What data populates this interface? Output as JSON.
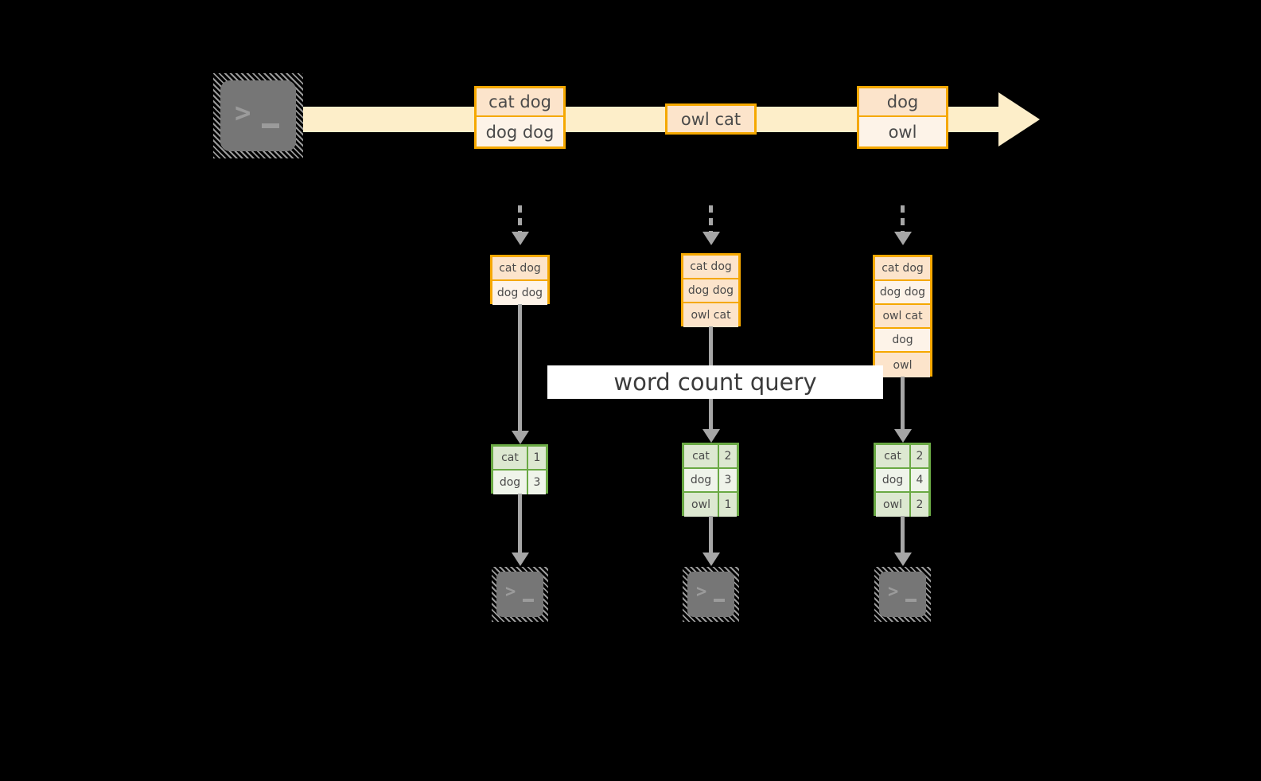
{
  "diagram": {
    "title": "word count query",
    "colors": {
      "stream_fill": "#fdeec9",
      "record_border": "#f5a800",
      "record_fill_dark": "#fce4cb",
      "record_fill_light": "#fdf3e8",
      "result_border": "#6aa944",
      "result_fill_dark": "#dde8d1",
      "result_fill_light": "#eff4ea",
      "arrow_gray": "#a6a6a6",
      "terminal_fill": "#767676",
      "background": "#000000"
    },
    "icons": {
      "producer_terminal": "terminal-icon",
      "consumer_terminal": "terminal-icon",
      "prompt_glyph": ">",
      "cursor_glyph": "_"
    },
    "stream": {
      "name": "event-stream-timeline",
      "batches": [
        {
          "name": "stream-batch-1",
          "records": [
            "cat dog",
            "dog dog"
          ]
        },
        {
          "name": "stream-batch-2",
          "records": [
            "owl cat"
          ]
        },
        {
          "name": "stream-batch-3",
          "records": [
            "dog",
            "owl"
          ]
        }
      ]
    },
    "columns": [
      {
        "name": "snapshot-1",
        "table_records": [
          "cat dog",
          "dog dog"
        ],
        "result_rows": [
          {
            "word": "cat",
            "count": "1"
          },
          {
            "word": "dog",
            "count": "3"
          }
        ]
      },
      {
        "name": "snapshot-2",
        "table_records": [
          "cat dog",
          "dog dog",
          "owl cat"
        ],
        "result_rows": [
          {
            "word": "cat",
            "count": "2"
          },
          {
            "word": "dog",
            "count": "3"
          },
          {
            "word": "owl",
            "count": "1"
          }
        ]
      },
      {
        "name": "snapshot-3",
        "table_records": [
          "cat dog",
          "dog dog",
          "owl cat",
          "dog",
          "owl"
        ],
        "result_rows": [
          {
            "word": "cat",
            "count": "2"
          },
          {
            "word": "dog",
            "count": "4"
          },
          {
            "word": "owl",
            "count": "2"
          }
        ]
      }
    ]
  }
}
